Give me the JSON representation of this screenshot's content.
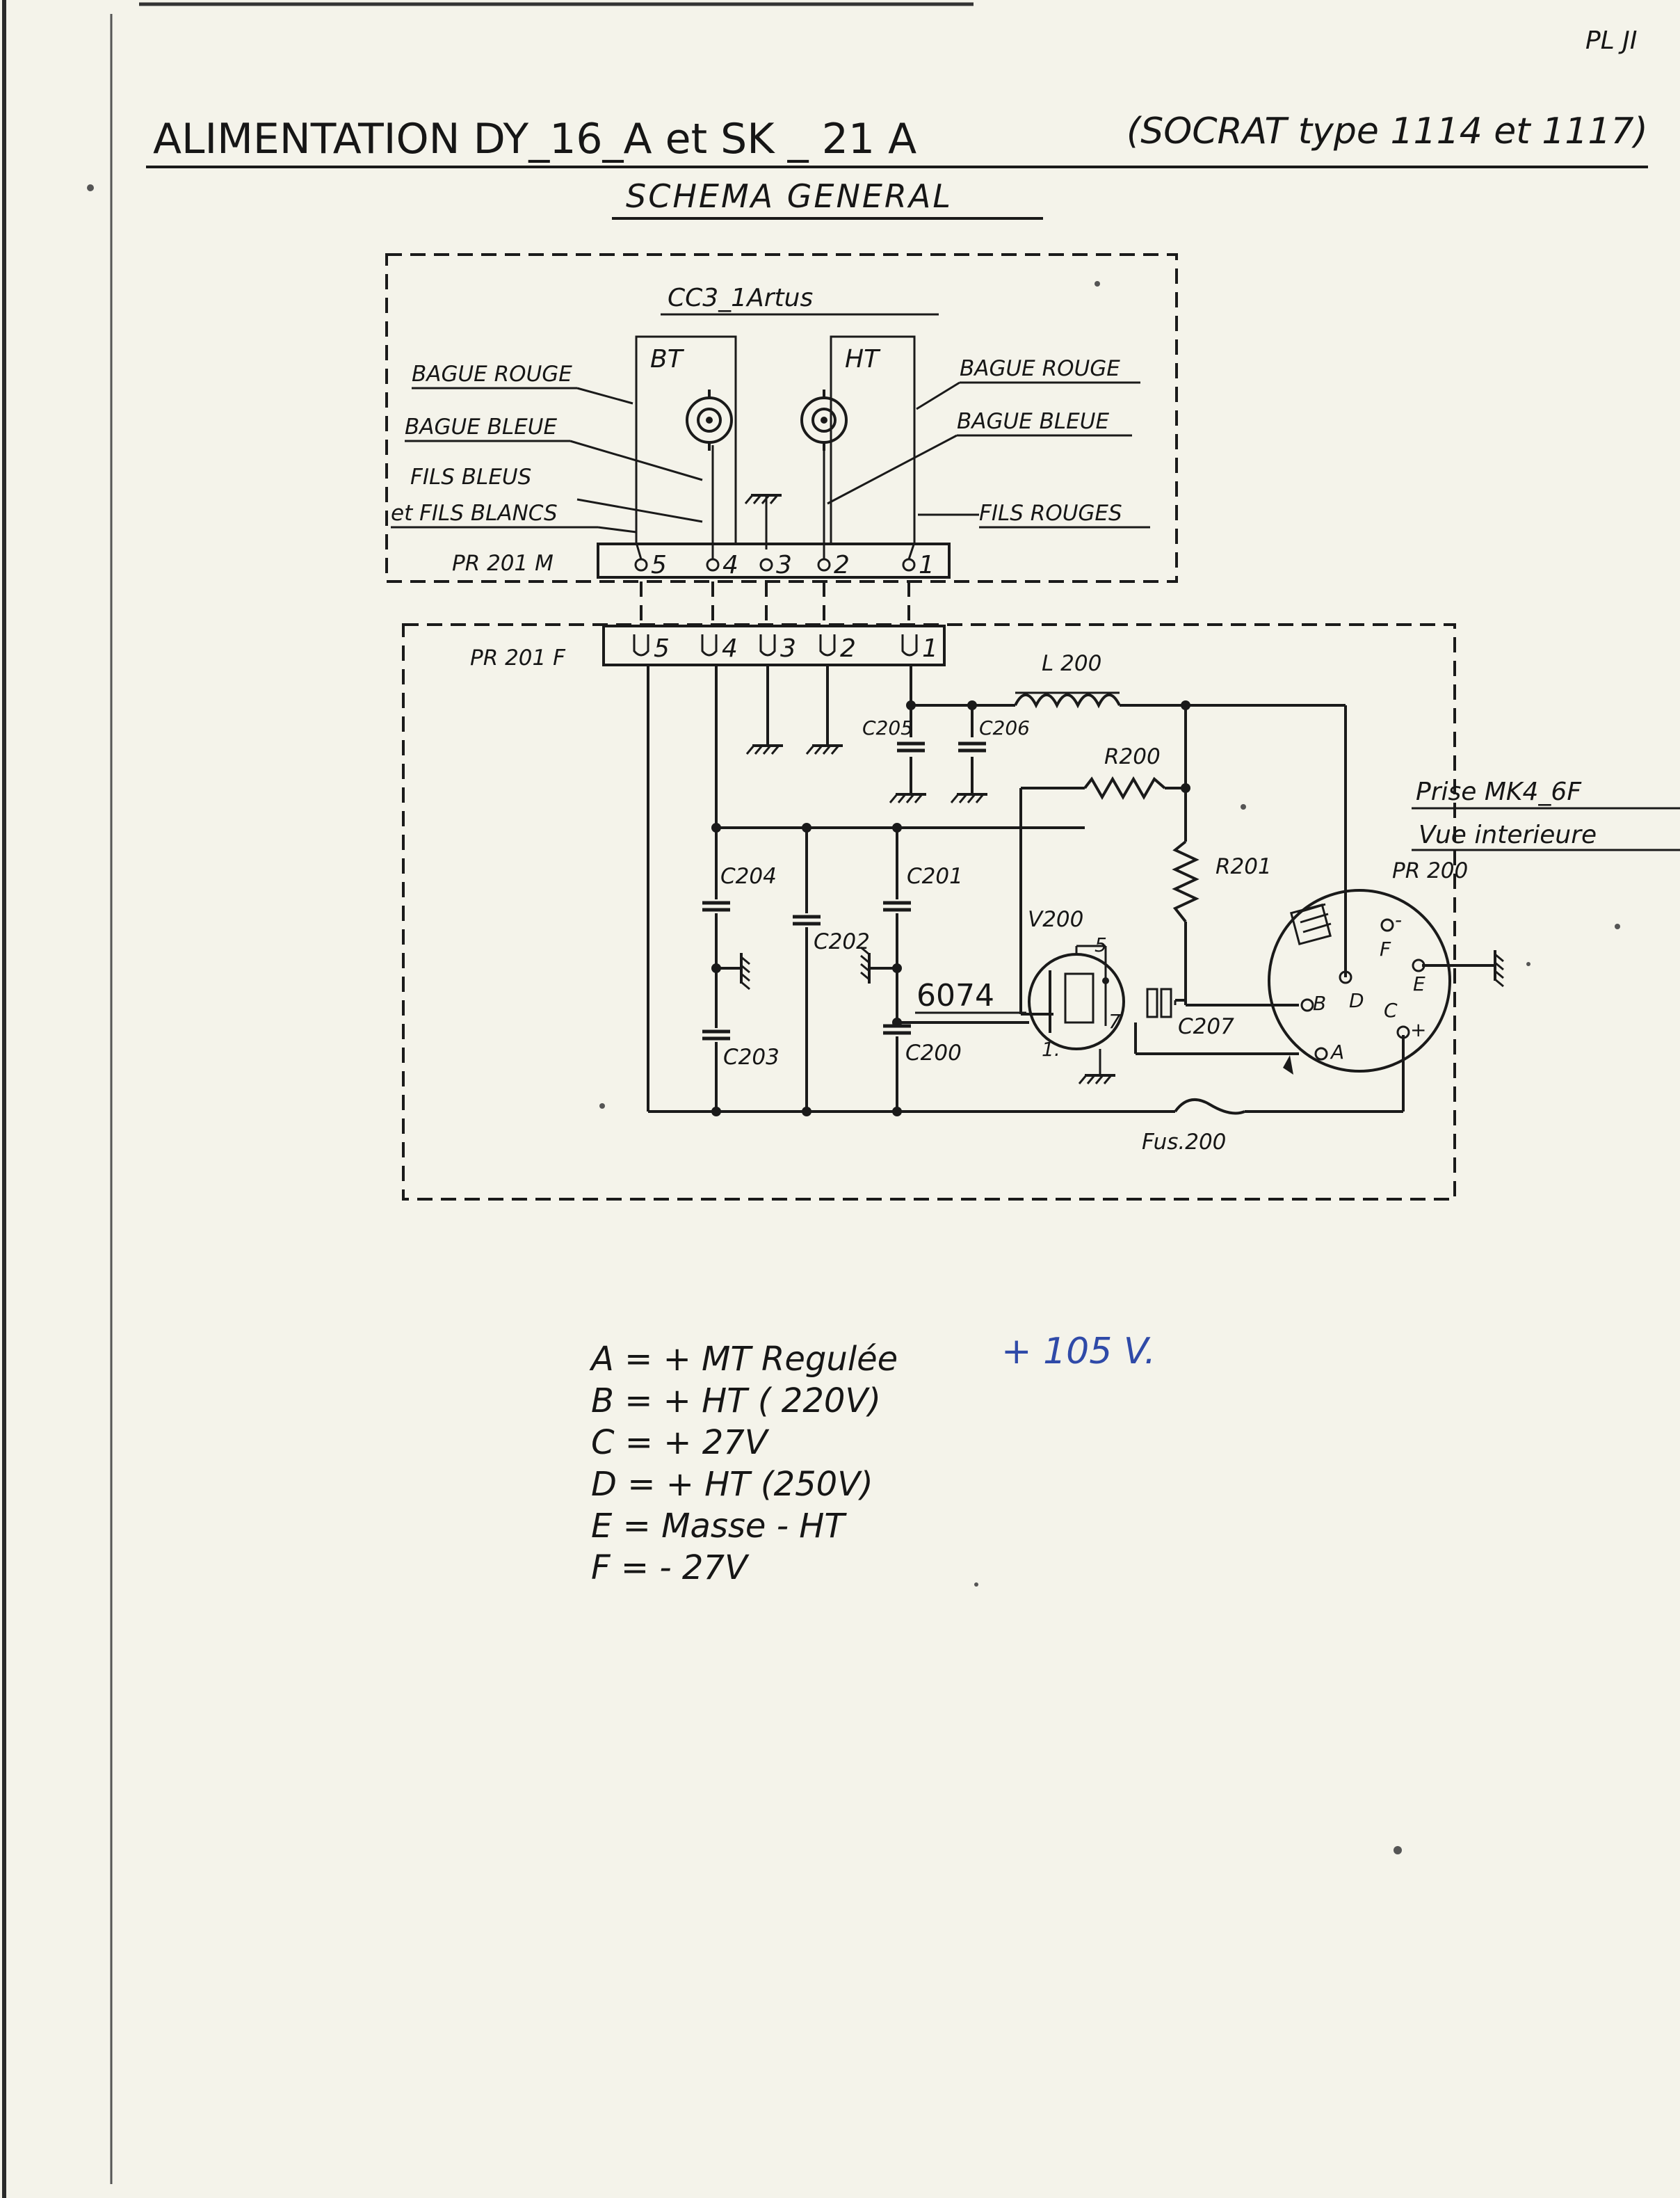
{
  "header": {
    "title_main": "ALIMENTATION DY_16_A et SK _ 21 A",
    "title_paren": "(SOCRAT type 1114 et 1117)",
    "page_ref": "PL JI",
    "subtitle": "SCHEMA GENERAL"
  },
  "module": {
    "name": "CC3_1Artus",
    "bt": "BT",
    "ht": "HT",
    "bague_rouge_left": "BAGUE ROUGE",
    "bague_bleue_left": "BAGUE BLEUE",
    "fils_bleus": "FILS BLEUS",
    "fils_blancs": "et FILS BLANCS",
    "bague_rouge_right": "BAGUE ROUGE",
    "bague_bleue_right": "BAGUE BLEUE",
    "fils_rouges": "FILS ROUGES",
    "plug_m": "PR 201 M",
    "plug_f": "PR 201 F",
    "pins": [
      "5",
      "4",
      "3",
      "2",
      "1"
    ]
  },
  "components": {
    "l200": "L 200",
    "r200": "R200",
    "r201": "R201",
    "c205": "C205",
    "c206": "C206",
    "c204": "C204",
    "c203": "C203",
    "c201": "C201",
    "c202": "C202",
    "c200": "C200",
    "c207": "C207",
    "v200": "V200",
    "tube": "6074",
    "tube_pin5": "5",
    "tube_pin7": "7",
    "tube_pin1": "1.",
    "fuse": "Fus.200"
  },
  "socket": {
    "title": "Prise MK4_6F",
    "subtitle": "Vue interieure",
    "ref": "PR 200",
    "pins": {
      "a": "A",
      "b": "B",
      "c": "C",
      "d": "D",
      "e": "E",
      "f": "F",
      "minus": "-",
      "plus": "+"
    }
  },
  "legend": [
    "A = + MT Regulée",
    "B = + HT ( 220V)",
    "C = + 27V",
    "D = + HT (250V)",
    "E = Masse - HT",
    "F = - 27V"
  ],
  "annotation": "+ 105 V."
}
